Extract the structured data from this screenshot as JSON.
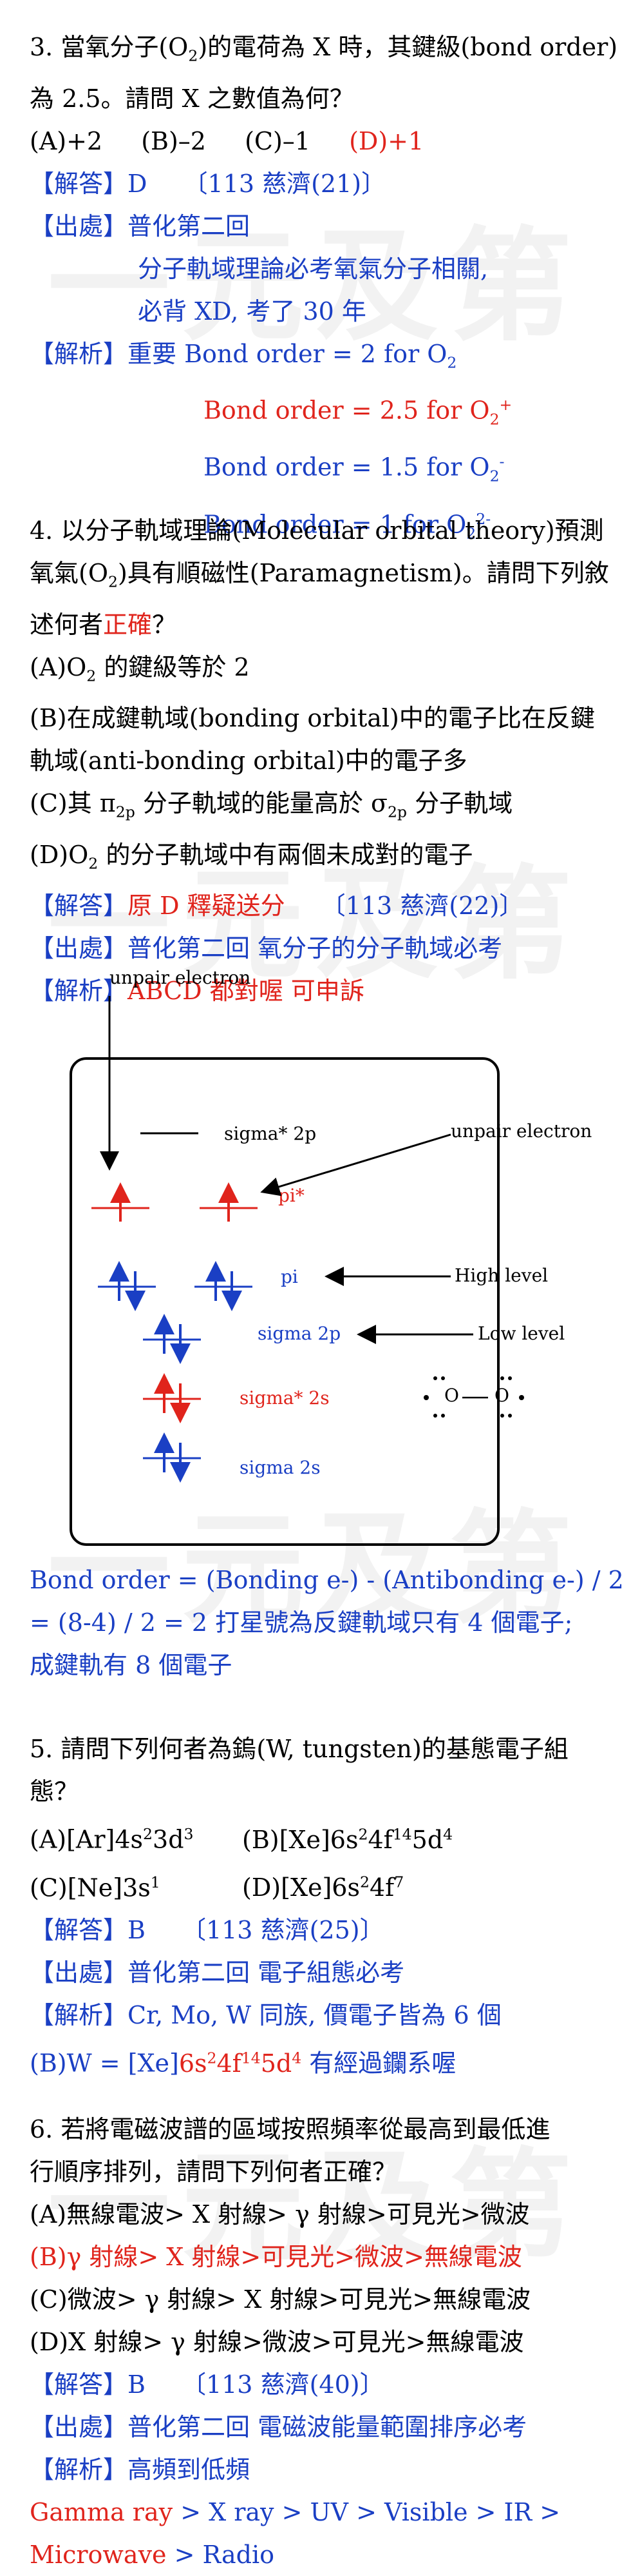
{
  "q3": {
    "stem_l1a": "3.  當氧分子(O",
    "stem_l1sub": "2",
    "stem_l1b": ")的電荷為 X 時，其鍵級(bond order)",
    "stem_l2": "為 2.5。請問 X 之數值為何？",
    "opt_a": "(A)+2",
    "opt_b": "(B)–2",
    "opt_c": "(C)–1",
    "opt_d": "(D)+1",
    "ans_tag": "【解答】",
    "ans": "D",
    "ans_src": "〔113 慈濟(21)〕",
    "src_tag": "【出處】",
    "src": "普化第二回",
    "src2": "分子軌域理論必考氧氣分子相關,",
    "src3": "必背 XD, 考了 30 年",
    "exp_tag": "【解析】",
    "exp_a": "重要 Bond order = 2 for O",
    "exp_asub": "2",
    "f1": "Bond order = 2.5 for O",
    "f1sub": "2",
    "f1sup": "+",
    "f2": "Bond order = 1.5 for O",
    "f2sub": "2",
    "f2sup": "-",
    "f3": "Bond order = 1 for O",
    "f3sub": "2",
    "f3sup": "2-"
  },
  "q4": {
    "l1": "4.  以分子軌域理論(Molecular orbital theory)預測",
    "l2a": "氧氣(O",
    "l2sub": "2",
    "l2b": ")具有順磁性(Paramagnetism)。請問下列敘",
    "l3a": "述何者",
    "l3red": "正確",
    "l3b": "？",
    "oa1": "(A)O",
    "oasub": "2",
    "oa2": " 的鍵級等於 2",
    "ob1": "(B)在成鍵軌域(bonding orbital)中的電子比在反鍵",
    "ob2": "軌域(anti-bonding orbital)中的電子多",
    "oc1": "(C)其 π",
    "ocsub1": "2p",
    "oc2": " 分子軌域的能量高於 σ",
    "ocsub2": "2p",
    "oc3": " 分子軌域",
    "od1": "(D)O",
    "odsub": "2",
    "od2": " 的分子軌域中有兩個未成對的電子",
    "ans_tag": "【解答】",
    "ans": "原 D 釋疑送分",
    "ans_src": "〔113 慈濟(22)〕",
    "src_tag": "【出處】",
    "src": "普化第二回    氧分子的分子軌域必考",
    "exp_tag": "【解析】",
    "exp": "ABCD 都對喔    可申訴",
    "diagram": {
      "unpair_top": "unpair electron",
      "unpair_right": "unpair electron",
      "sigma_star_2p": "sigma* 2p",
      "pi_star": "pi*",
      "pi": "pi",
      "high_level": "High level",
      "sigma_2p": "sigma 2p",
      "low_level": "Low level",
      "sigma_star_2s": "sigma* 2s",
      "sigma_2s": "sigma 2s",
      "o_left": "O",
      "o_right": "O"
    },
    "bo1": "Bond order = (Bonding e-) - (Antibonding e-) / 2",
    "bo2": "= (8-4) / 2 = 2    打星號為反鍵軌域只有 4 個電子;",
    "bo3": "成鍵軌有 8 個電子"
  },
  "q5": {
    "l1": "5.  請問下列何者為鎢(W, tungsten)的基態電子組",
    "l2": "態？",
    "oa": "(A)[Ar]4s",
    "oa_s1": "2",
    "oa_m": "3d",
    "oa_s2": "3",
    "ob": "(B)[Xe]6s",
    "ob_s1": "2",
    "ob_m1": "4f",
    "ob_s2": "14",
    "ob_m2": "5d",
    "ob_s3": "4",
    "oc": "(C)[Ne]3s",
    "oc_s1": "1",
    "od": "(D)[Xe]6s",
    "od_s1": "2",
    "od_m": "4f",
    "od_s2": "7",
    "ans_tag": "【解答】",
    "ans": "B",
    "ans_src": "〔113 慈濟(25)〕",
    "src_tag": "【出處】",
    "src": "普化第二回    電子組態必考",
    "exp_tag": "【解析】",
    "exp": "Cr, Mo, W  同族, 價電子皆為 6 個",
    "e2a": "(B)W = [Xe]",
    "e2b": "6s",
    "e2s1": "2",
    "e2c": "4f",
    "e2s2": "14",
    "e2d": "5d",
    "e2s3": "4",
    "e2e": "   有經過鑭系喔"
  },
  "q6": {
    "l1": "6.  若將電磁波譜的區域按照頻率從最高到最低進",
    "l2": "行順序排列，請問下列何者正確？",
    "oa": "(A)無線電波> X  射線> γ  射線>可見光>微波",
    "ob": "(B)γ  射線> X  射線>可見光>微波>無線電波",
    "oc": "(C)微波> γ  射線> X  射線>可見光>無線電波",
    "od": "(D)X  射線> γ  射線>微波>可見光>無線電波",
    "ans_tag": "【解答】",
    "ans": "B",
    "ans_src": "〔113 慈濟(40)〕",
    "src_tag": "【出處】",
    "src": "普化第二回    電磁波能量範圍排序必考",
    "exp_tag": "【解析】",
    "exp": "高頻到低頻",
    "s1a": "Gamma ray",
    "s1b": " > X ray > UV > Visible > IR >",
    "s2a": "Microwave",
    "s2b": " > Radio"
  },
  "watermark": [
    "一元及第",
    "一元及第",
    "一元及第",
    "一元及第"
  ],
  "colors": {
    "blue": "#1a3fc4",
    "red": "#e0241c"
  }
}
